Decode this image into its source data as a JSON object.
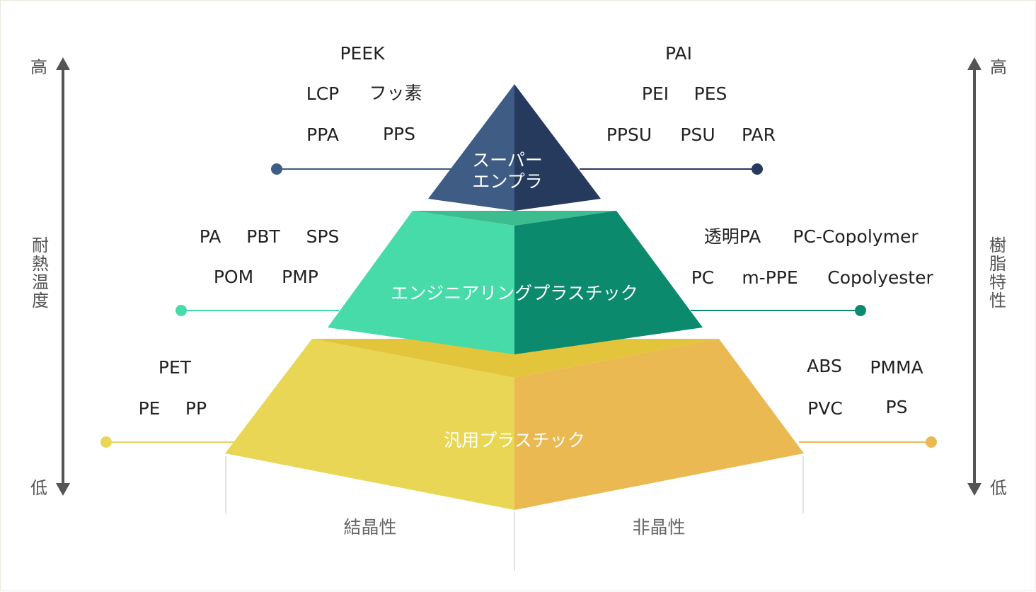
{
  "left_axis": {
    "high": "高",
    "low": "低",
    "title": [
      "耐",
      "熱",
      "温",
      "度"
    ]
  },
  "right_axis": {
    "high": "高",
    "low": "低",
    "title": [
      "樹",
      "脂",
      "特",
      "性"
    ]
  },
  "tiers": {
    "super": {
      "name": [
        "スーパー",
        "エンプラ"
      ],
      "left_materials": [
        "PEEK",
        "LCP",
        "フッ素",
        "PPA",
        "PPS"
      ],
      "right_materials": [
        "PAI",
        "PEI",
        "PES",
        "PPSU",
        "PSU",
        "PAR"
      ],
      "colors": {
        "front_left": "#3e5c84",
        "front_right": "#253a5d"
      }
    },
    "engineering": {
      "name": "エンジニアリングプラスチック",
      "left_materials": [
        "PA",
        "PBT",
        "SPS",
        "POM",
        "PMP"
      ],
      "right_materials": [
        "透明PA",
        "PC-Copolymer",
        "PC",
        "m-PPE",
        "Copolyester"
      ],
      "colors": {
        "top": "#3dbd8f",
        "front_left": "#46dba8",
        "front_right": "#0b8a6e"
      }
    },
    "general": {
      "name": "汎用プラスチック",
      "left_materials": [
        "PET",
        "PE",
        "PP"
      ],
      "right_materials": [
        "ABS",
        "PMMA",
        "PVC",
        "PS"
      ],
      "colors": {
        "top": "#e2c53a",
        "front_left": "#e8d654",
        "front_right": "#ebb951"
      }
    }
  },
  "bottom_labels": {
    "left": "結晶性",
    "right": "非晶性"
  }
}
